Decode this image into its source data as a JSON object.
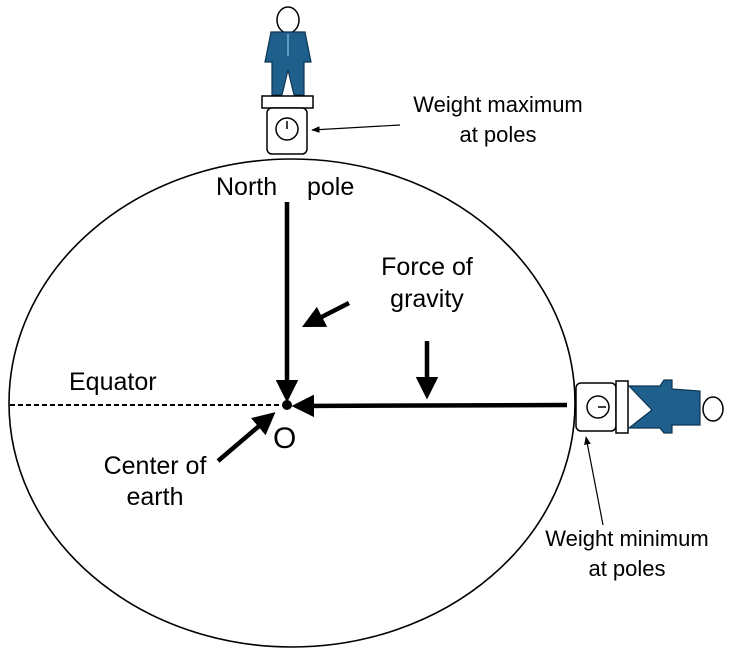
{
  "labels": {
    "north_pole_word1": "North",
    "north_pole_word2": "pole",
    "force_line1": "Force of",
    "force_line2": "gravity",
    "equator": "Equator",
    "center_point": "O",
    "center_line1": "Center of",
    "center_line2": "earth",
    "weight_max_line1": "Weight maximum",
    "weight_max_line2": "at poles",
    "weight_min_line1": "Weight minimum",
    "weight_min_line2": "at poles"
  },
  "colors": {
    "figure_fill": "#1f5f8b",
    "figure_stroke": "#0d3553",
    "line": "#000000",
    "scale_fill": "#ffffff"
  },
  "icons": {
    "person_top": "person-standing-icon",
    "person_side": "person-lying-icon",
    "scale": "weighing-scale-icon"
  }
}
